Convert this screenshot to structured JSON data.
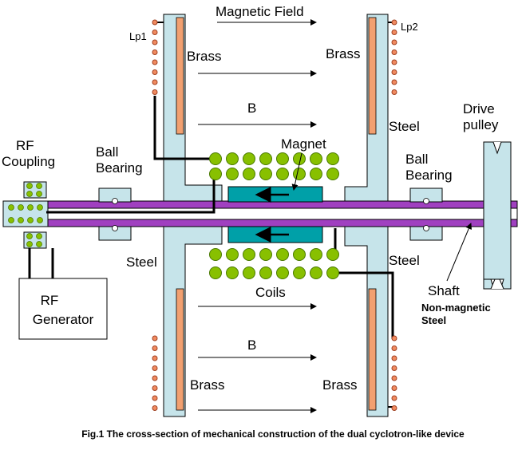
{
  "labels": {
    "magnetic_field": "Magnetic Field",
    "lp1": "Lp1",
    "lp2": "Lp2",
    "brass_tl": "Brass",
    "brass_tr": "Brass",
    "brass_bl": "Brass",
    "brass_br": "Brass",
    "b_top": "B",
    "b_bottom": "B",
    "magnet": "Magnet",
    "steel_tr": "Steel",
    "steel_bl": "Steel",
    "steel_br": "Steel",
    "drive_pulley_1": "Drive",
    "drive_pulley_2": "pulley",
    "rf_coupling_1": "RF",
    "rf_coupling_2": "Coupling",
    "ball_bearing_l1": "Ball",
    "ball_bearing_l2": "Bearing",
    "ball_bearing_r1": "Ball",
    "ball_bearing_r2": "Bearing",
    "rf_generator_1": "RF",
    "rf_generator_2": "Generator",
    "coils": "Coils",
    "shaft": "Shaft",
    "non_magnetic_1": "Non-magnetic",
    "non_magnetic_2": "Steel"
  },
  "caption": "Fig.1  The cross-section of mechanical construction of the dual cyclotron-like device",
  "colors": {
    "steel_plate": "#c6e4ea",
    "brass_strip": "#f2a070",
    "shaft": "#a040c0",
    "magnet": "#00a0a8",
    "coil": "#88c000",
    "coil_dark": "#4a7a00",
    "lp_coil": "#f08a60",
    "outline": "#000000"
  }
}
